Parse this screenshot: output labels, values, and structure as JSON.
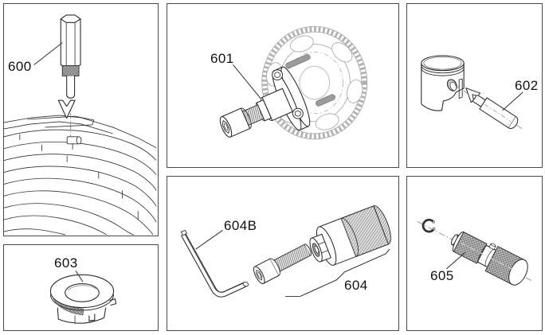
{
  "figure": {
    "title": "exploded-parts-diagram",
    "labels": {
      "p600": "600",
      "p601": "601",
      "p602": "602",
      "p603": "603",
      "p604b": "604B",
      "p604": "604",
      "p605": "605"
    },
    "icons": {
      "p600": "hex-driver-over-cylinder-head-icon",
      "p601": "puller-bolt-with-gear-icon",
      "p602": "piston-and-pin-icon",
      "p603": "slotted-ring-nut-icon",
      "p604": "allen-key-bolt-adapter-icon",
      "p605": "knurled-tool-with-circlip-icon"
    },
    "colors": {
      "line": "#2b2b2b",
      "light_line": "#b2b2b2",
      "knurl_fill": "#c4c4c4",
      "panel_border": "#4a4a4a",
      "background": "#ffffff",
      "stud_fill": "#9b9b9b"
    }
  }
}
